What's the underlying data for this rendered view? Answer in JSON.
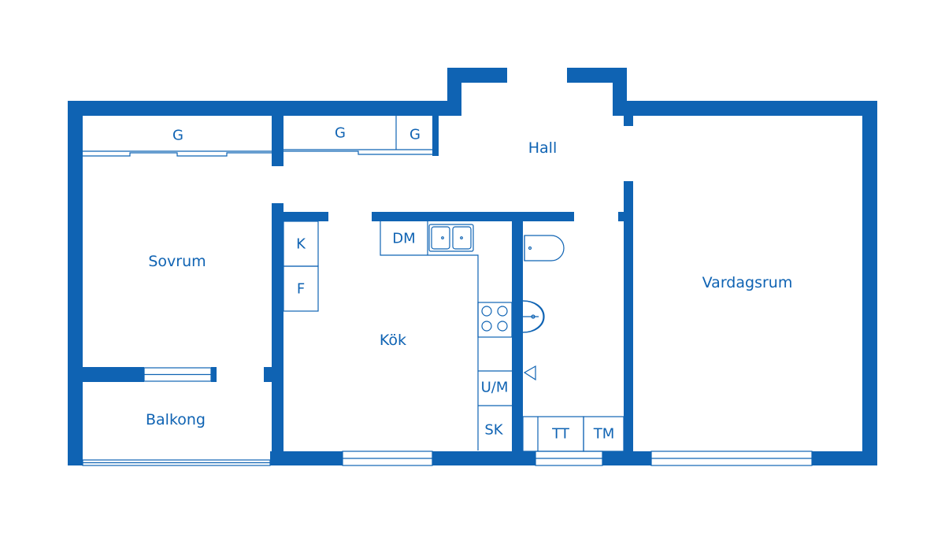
{
  "colors": {
    "wall": "#0f63b3",
    "background": "#ffffff"
  },
  "rooms": {
    "hall": "Hall",
    "sovrum": "Sovrum",
    "kok": "Kök",
    "balkong": "Balkong",
    "vardagsrum": "Vardagsrum"
  },
  "fixtures": {
    "wardrobe_1": "G",
    "wardrobe_2": "G",
    "wardrobe_3": "G",
    "dishwasher": "DM",
    "fridge": "K",
    "freezer": "F",
    "oven_micro": "U/M",
    "cabinet": "SK",
    "dryer": "TT",
    "washer": "TM"
  }
}
